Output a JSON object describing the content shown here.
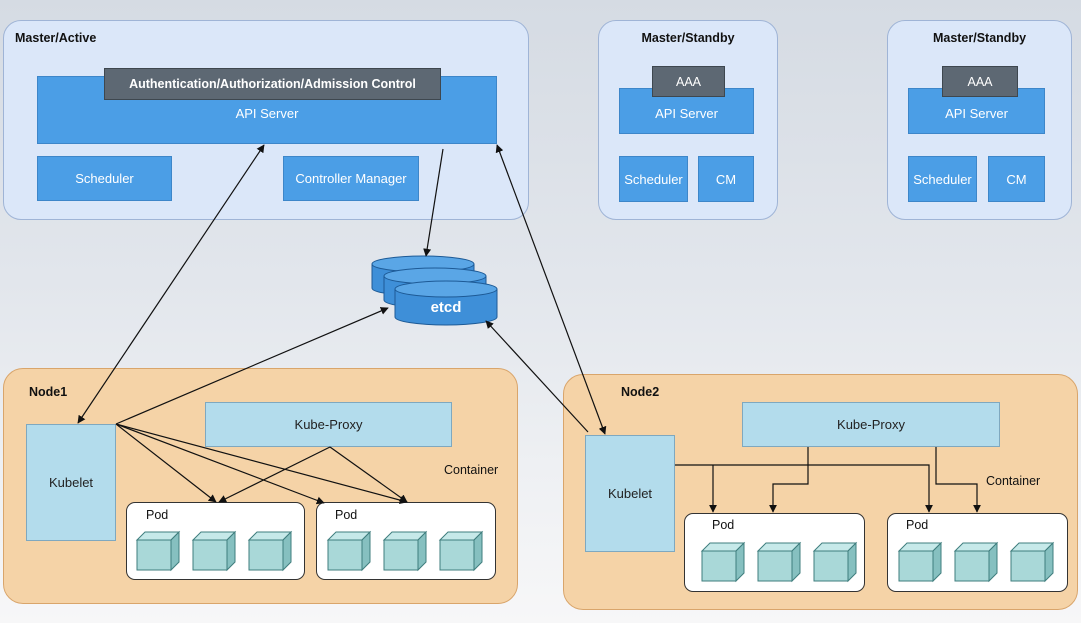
{
  "master_active": {
    "title": "Master/Active",
    "auth_label": "Authentication/Authorization/Admission Control",
    "api_server": "API Server",
    "scheduler": "Scheduler",
    "controller_manager": "Controller Manager"
  },
  "standby_1": {
    "title": "Master/Standby",
    "aaa": "AAA",
    "api_server": "API Server",
    "scheduler": "Scheduler",
    "cm": "CM"
  },
  "standby_2": {
    "title": "Master/Standby",
    "aaa": "AAA",
    "api_server": "API Server",
    "scheduler": "Scheduler",
    "cm": "CM"
  },
  "etcd": {
    "label": "etcd"
  },
  "node1": {
    "title": "Node1",
    "kubelet": "Kubelet",
    "kube_proxy": "Kube-Proxy",
    "container": "Container",
    "pods": [
      {
        "label": "Pod"
      },
      {
        "label": "Pod"
      }
    ]
  },
  "node2": {
    "title": "Node2",
    "kubelet": "Kubelet",
    "kube_proxy": "Kube-Proxy",
    "container": "Container",
    "pods": [
      {
        "label": "Pod"
      },
      {
        "label": "Pod"
      }
    ]
  },
  "colors": {
    "master_fill": "#dbe7f9",
    "node_fill": "#f5d3a7",
    "component_blue": "#4b9ee6",
    "aaa_gray": "#5d6873",
    "proxy_light_blue": "#b3dcec",
    "container_cube": "#a9d8d8",
    "etcd_blue": "#3e8fd8"
  }
}
